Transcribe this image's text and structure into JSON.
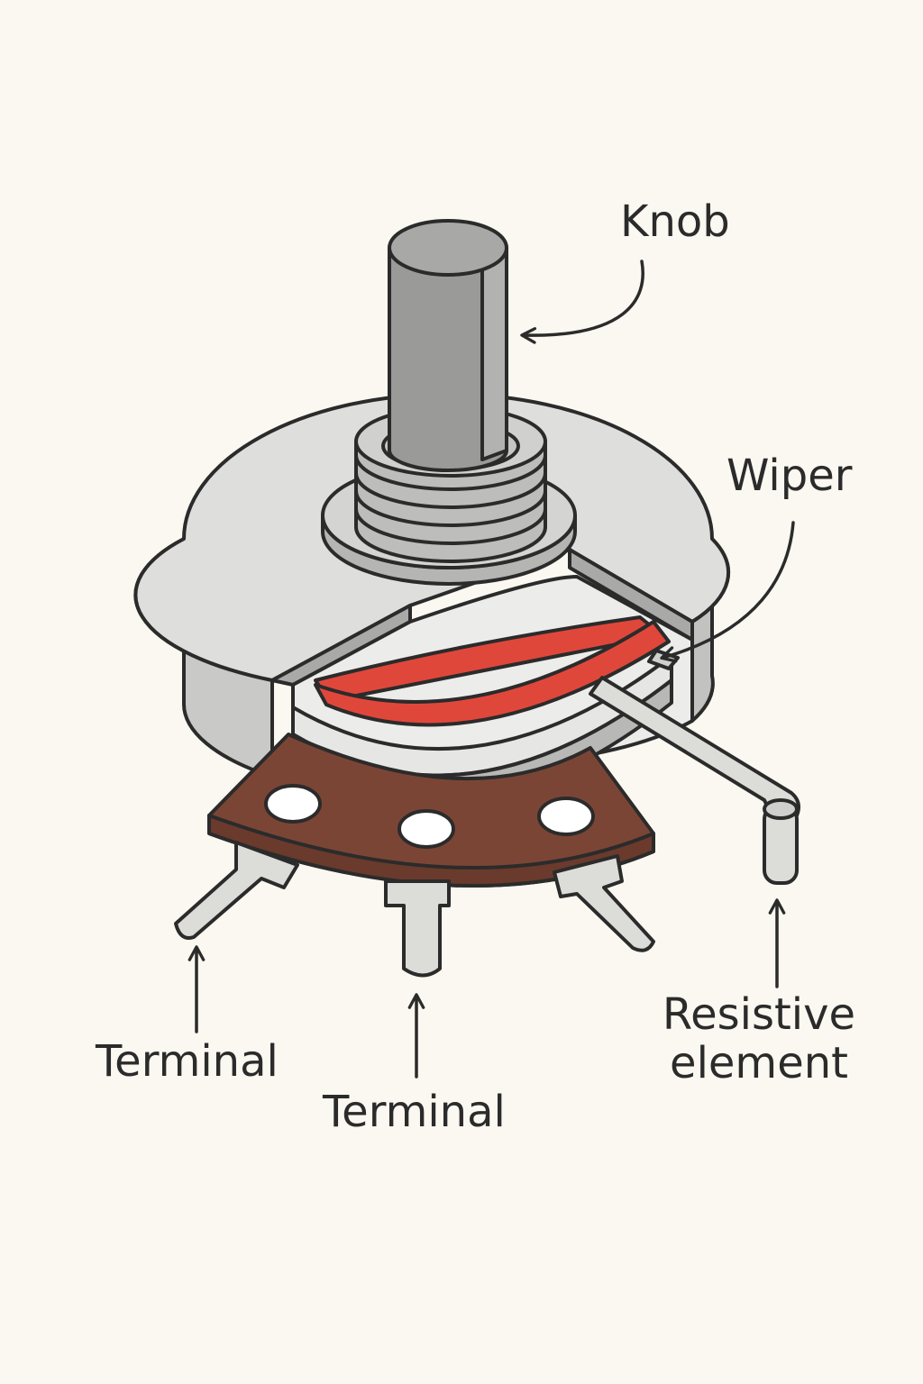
{
  "labels": {
    "knob": "Knob",
    "wiper": "Wiper",
    "terminal_left": "Terminal",
    "terminal_center": "Terminal",
    "resistive_line1": "Resistive",
    "resistive_line2": "element"
  },
  "colors": {
    "background": "#fbf8f1",
    "outline": "#2b2b2b",
    "metal_light": "#e4e4e2",
    "metal_mid": "#cfcfcd",
    "metal_dark": "#9a9a98",
    "resistive_track": "#e0473b",
    "terminal_board": "#7b4535",
    "pin": "#dcdcd8"
  }
}
